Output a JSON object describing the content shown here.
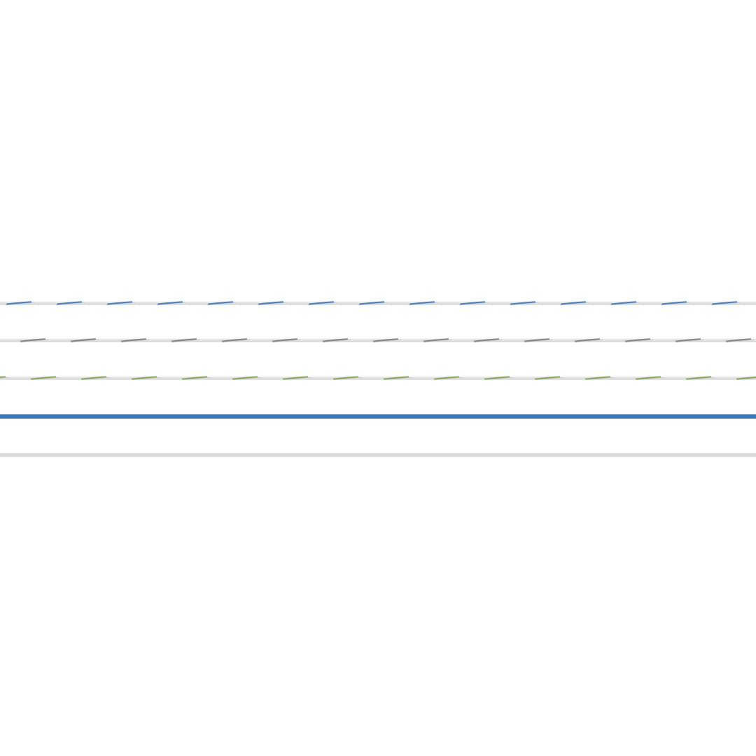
{
  "scene": {
    "background": "#ffffff",
    "strands": [
      {
        "name": "white-blue-twisted-cord",
        "style": "twisted",
        "base_color": "#e2e2e2",
        "accent_color": "#3b78b8"
      },
      {
        "name": "white-gray-twisted-cord",
        "style": "twisted",
        "base_color": "#e2e2e2",
        "accent_color": "#7c7c7c"
      },
      {
        "name": "white-green-twisted-cord",
        "style": "twisted",
        "base_color": "#e2e2e2",
        "accent_color": "#7fa35a"
      },
      {
        "name": "solid-blue-cord",
        "style": "solid",
        "base_color": "#3a78b7",
        "accent_color": "#2f67a3"
      },
      {
        "name": "solid-white-cord",
        "style": "solid",
        "base_color": "#dcdcdc",
        "accent_color": "#c8c8c8"
      }
    ]
  }
}
